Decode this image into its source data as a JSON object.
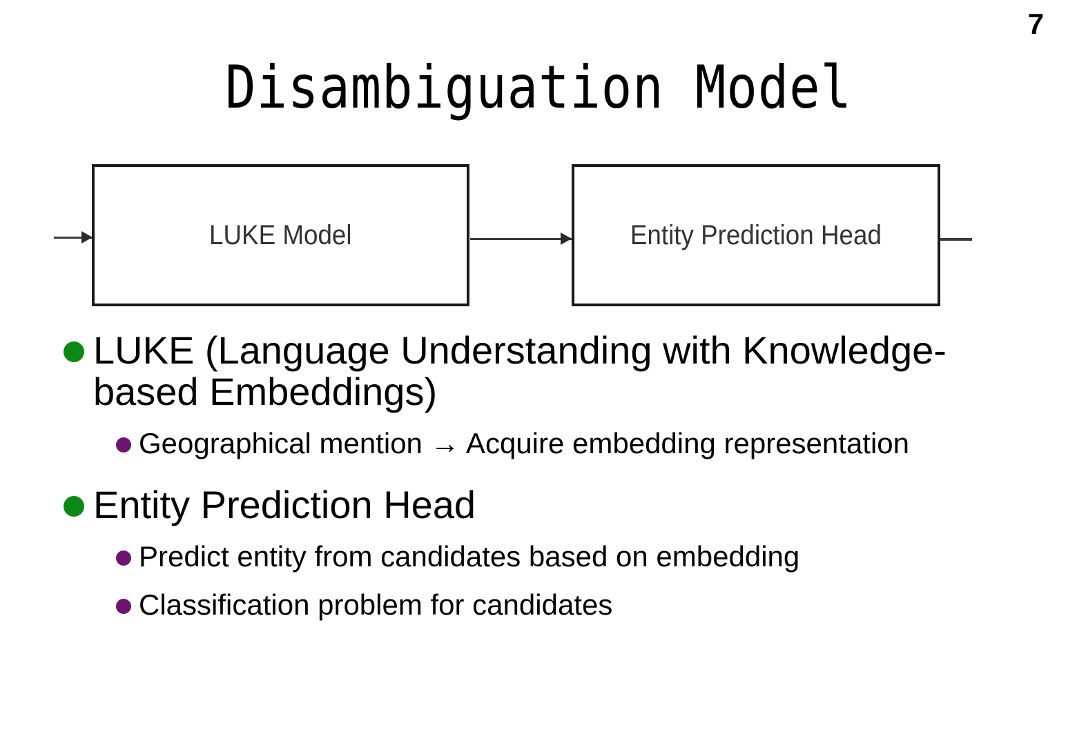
{
  "slide": {
    "page_number": "7",
    "title": "Disambiguation Model"
  },
  "diagram": {
    "boxes": [
      {
        "id": "luke-model",
        "label": "LUKE Model"
      },
      {
        "id": "entity-prediction-head",
        "label": "Entity Prediction Head"
      }
    ],
    "connectors": [
      {
        "id": "input-arrow",
        "from": "",
        "to": "LUKE Model",
        "style": "arrow"
      },
      {
        "id": "luke-to-head-arrow",
        "from": "LUKE Model",
        "to": "Entity Prediction Head",
        "style": "arrow"
      },
      {
        "id": "output-stub",
        "from": "Entity Prediction Head",
        "to": "",
        "style": "line"
      }
    ],
    "line_color": "#1a1a1a",
    "label_color": "#333333"
  },
  "content": {
    "bullet_colors": {
      "level_1": "#0a8a14",
      "level_2": "#701270"
    },
    "bullets": [
      {
        "level": 1,
        "text": "LUKE (Language Understanding with Knowledge-based Embeddings)"
      },
      {
        "level": 2,
        "text": "Geographical mention → Acquire embedding representation"
      },
      {
        "level": 1,
        "text": "Entity Prediction Head"
      },
      {
        "level": 2,
        "text": "Predict entity from candidates based on embedding"
      },
      {
        "level": 2,
        "text": "Classification problem for candidates"
      }
    ]
  }
}
